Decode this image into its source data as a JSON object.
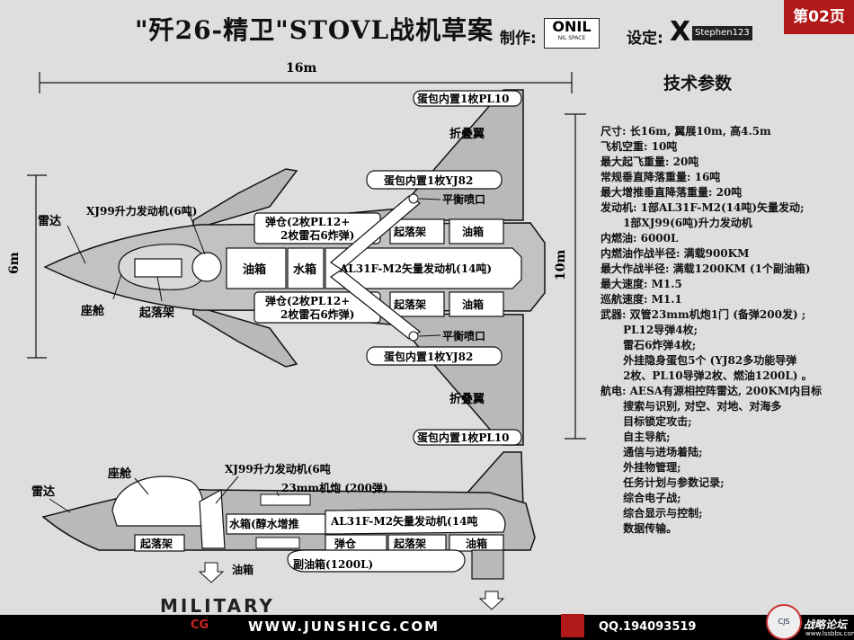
{
  "header": {
    "title": "\"歼26-精卫\"STOVL战机草案",
    "made_by_label": "制作:",
    "maker_logo_big": "ONIL",
    "maker_logo_small": "NIL SPACE",
    "set_by_label": "设定:",
    "setter_logo_mark": "X",
    "setter_logo_text": "Stephen123",
    "page_badge": "第02页"
  },
  "top_view": {
    "length_label": "16m",
    "width_label": "6m",
    "span_label": "10m",
    "labels": {
      "pod_pl10_top": "蛋包内置1枚PL10",
      "folding_wing_top": "折叠翼",
      "pod_yj82_top": "蛋包内置1枚YJ82",
      "balance_nozzle_top": "平衡喷口",
      "lift_engine": "XJ99升力发动机(6吨)",
      "bay_top": "弹仓(2枚PL12+",
      "bay_top_2": "2枚雷石6炸弹)",
      "gear_right_top": "起落架",
      "fuel_right_top": "油箱",
      "radar": "雷达",
      "fuel_center": "油箱",
      "water_tank": "水箱",
      "main_engine": "AL31F-M2矢量发动机(14吨)",
      "cockpit": "座舱",
      "gear_front": "起落架",
      "bay_bottom": "弹仓(2枚PL12+",
      "bay_bottom_2": "2枚雷石6炸弹)",
      "gear_right_bottom": "起落架",
      "fuel_right_bottom": "油箱",
      "balance_nozzle_bottom": "平衡喷口",
      "pod_yj82_bottom": "蛋包内置1枚YJ82",
      "folding_wing_bottom": "折叠翼",
      "pod_pl10_bottom": "蛋包内置1枚PL10"
    }
  },
  "side_view": {
    "labels": {
      "cockpit": "座舱",
      "lift_engine": "XJ99升力发动机(6吨",
      "radar": "雷达",
      "cannon": "23mm机炮 (200弹)",
      "water_tank": "水箱(醇水增推",
      "main_engine": "AL31F-M2矢量发动机(14吨",
      "gear_front": "起落架",
      "bay": "弹仓",
      "gear_rear": "起落架",
      "fuel_rear": "油箱",
      "fuel_lower": "油箱",
      "aux_tank": "副油箱(1200L)"
    }
  },
  "specs": {
    "title": "技术参数",
    "lines": [
      "尺寸: 长16m, 翼展10m, 高4.5m",
      "飞机空重: 10吨",
      "最大起飞重量: 20吨",
      "常规垂直降落重量: 16吨",
      "最大增推垂直降落重量: 20吨",
      "发动机: 1部AL31F-M2(14吨)矢量发动;",
      "      1部XJ99(6吨)升力发动机",
      "内燃油: 6000L",
      "内燃油作战半径: 满载900KM",
      "最大作战半径: 满载1200KM (1个副油箱)",
      "最大速度: M1.5",
      "巡航速度: M1.1",
      "武器: 双管23mm机炮1门 (备弹200发) ;",
      "      PL12导弹4枚;",
      "      雷石6炸弹4枚;",
      "      外挂隐身蛋包5个 (YJ82多功能导弹",
      "      2枚、PL10导弹2枚、燃油1200L) 。",
      "航电: AESA有源相控阵雷达, 200KM内目标",
      "      搜索与识别, 对空、对地、对海多",
      "      目标锁定攻击;",
      "      自主导航;",
      "      通信与进场着陆;",
      "      外挂物管理;",
      "      任务计划与参数记录;",
      "      综合电子战;",
      "      综合显示与控制;",
      "      数据传输。"
    ]
  },
  "footer": {
    "military_logo": "MILITARY",
    "cg_logo": "CG",
    "website": "WWW.JUNSHICG.COM",
    "qq": "QQ.194093519",
    "forum_badge": "CJS",
    "forum_name": "战略论坛",
    "forum_url": "www.lssbbs.com"
  }
}
